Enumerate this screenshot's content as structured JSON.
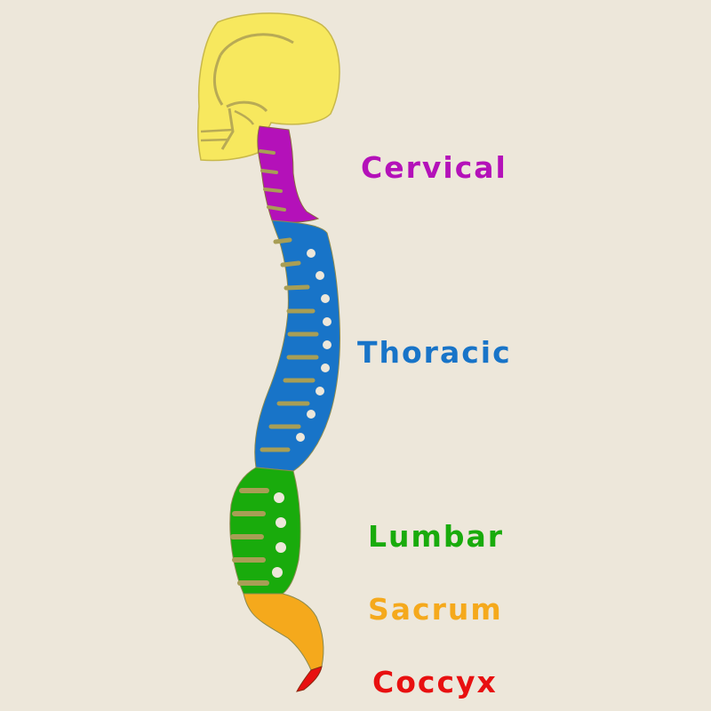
{
  "colors": {
    "background": "#ede7da",
    "skull": "#f7e85e",
    "outline": "#a8a060",
    "disc": "#a89e55",
    "cervical": "#b411b9",
    "thoracic": "#1874c8",
    "lumbar": "#19ab0c",
    "sacrum": "#f5a91c",
    "coccyx": "#e81010"
  },
  "regions": {
    "cervical": {
      "label": "Cervical",
      "color": "#b411b9"
    },
    "thoracic": {
      "label": "Thoracic",
      "color": "#1874c8"
    },
    "lumbar": {
      "label": "Lumbar",
      "color": "#19ab0c"
    },
    "sacrum": {
      "label": "Sacrum",
      "color": "#f5a91c"
    },
    "coccyx": {
      "label": "Coccyx",
      "color": "#e81010"
    }
  }
}
